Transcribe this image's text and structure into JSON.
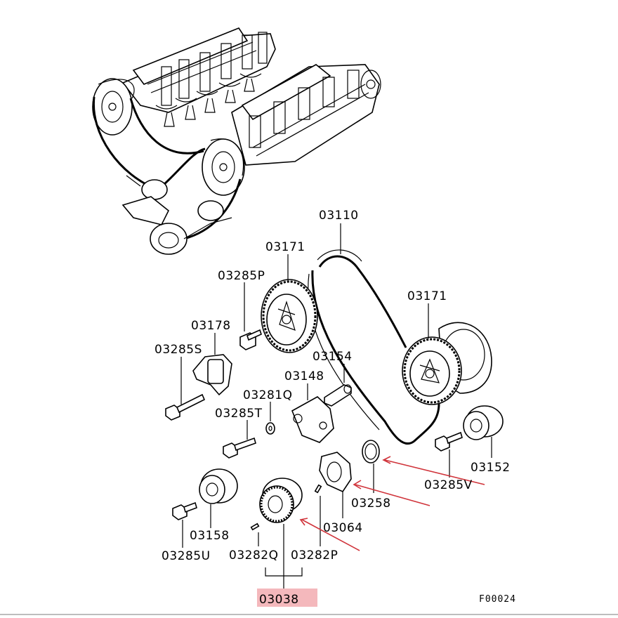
{
  "labels": {
    "p03110": "03110",
    "p03171a": "03171",
    "p03171b": "03171",
    "p03285p": "03285P",
    "p03178": "03178",
    "p03285s": "03285S",
    "p03154": "03154",
    "p03148": "03148",
    "p03281q": "03281Q",
    "p03285t": "03285T",
    "p03152": "03152",
    "p03285v": "03285V",
    "p03258": "03258",
    "p03064": "03064",
    "p03158": "03158",
    "p03285u": "03285U",
    "p03282q": "03282Q",
    "p03282p": "03282P",
    "p03038": "03038"
  },
  "figure_code": "F00024",
  "colors": {
    "highlight": "#f4b8bc",
    "pointer": "#d0333a"
  }
}
